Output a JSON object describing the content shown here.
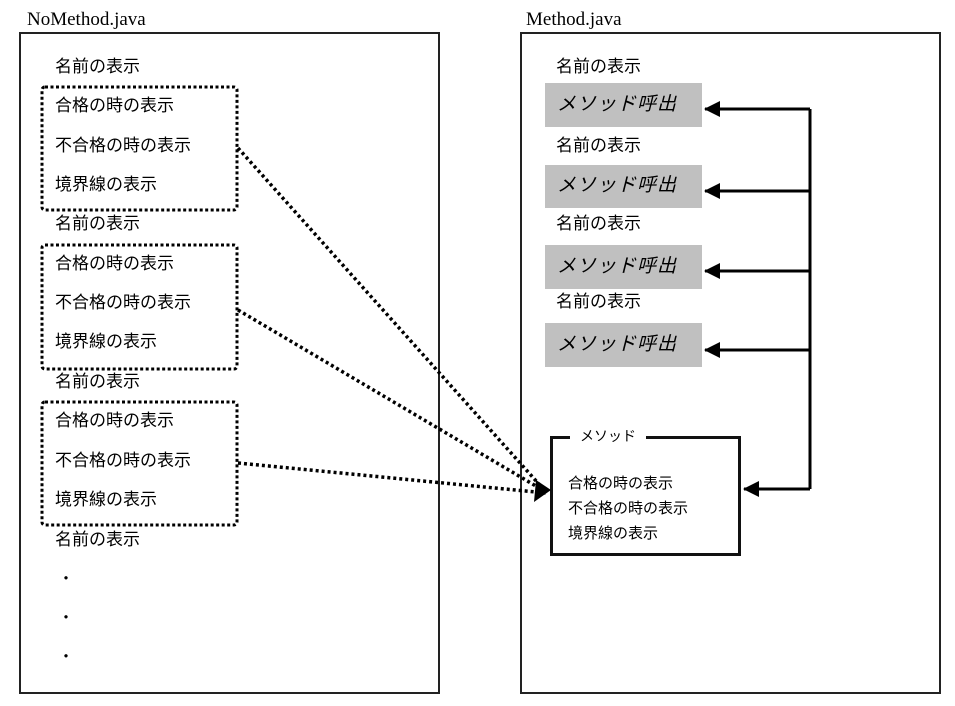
{
  "left_file": {
    "title": "NoMethod.java",
    "groups": [
      {
        "name_line": "名前の表示",
        "lines": [
          "合格の時の表示",
          "不合格の時の表示",
          "境界線の表示"
        ]
      },
      {
        "name_line": "名前の表示",
        "lines": [
          "合格の時の表示",
          "不合格の時の表示",
          "境界線の表示"
        ]
      },
      {
        "name_line": "名前の表示",
        "lines": [
          "合格の時の表示",
          "不合格の時の表示",
          "境界線の表示"
        ]
      }
    ],
    "trailing_name_line": "名前の表示",
    "ellipsis": [
      "・",
      "・",
      "・"
    ]
  },
  "right_file": {
    "title": "Method.java",
    "entries": [
      {
        "name_line": "名前の表示",
        "call_label": "メソッド呼出"
      },
      {
        "name_line": "名前の表示",
        "call_label": "メソッド呼出"
      },
      {
        "name_line": "名前の表示",
        "call_label": "メソッド呼出"
      },
      {
        "name_line": "名前の表示",
        "call_label": "メソッド呼出"
      }
    ],
    "method": {
      "legend": "メソッド",
      "lines": [
        "合格の時の表示",
        "不合格の時の表示",
        "境界線の表示"
      ]
    }
  },
  "colors": {
    "call_fill": "#c0c0c0",
    "stroke": "#000000"
  }
}
